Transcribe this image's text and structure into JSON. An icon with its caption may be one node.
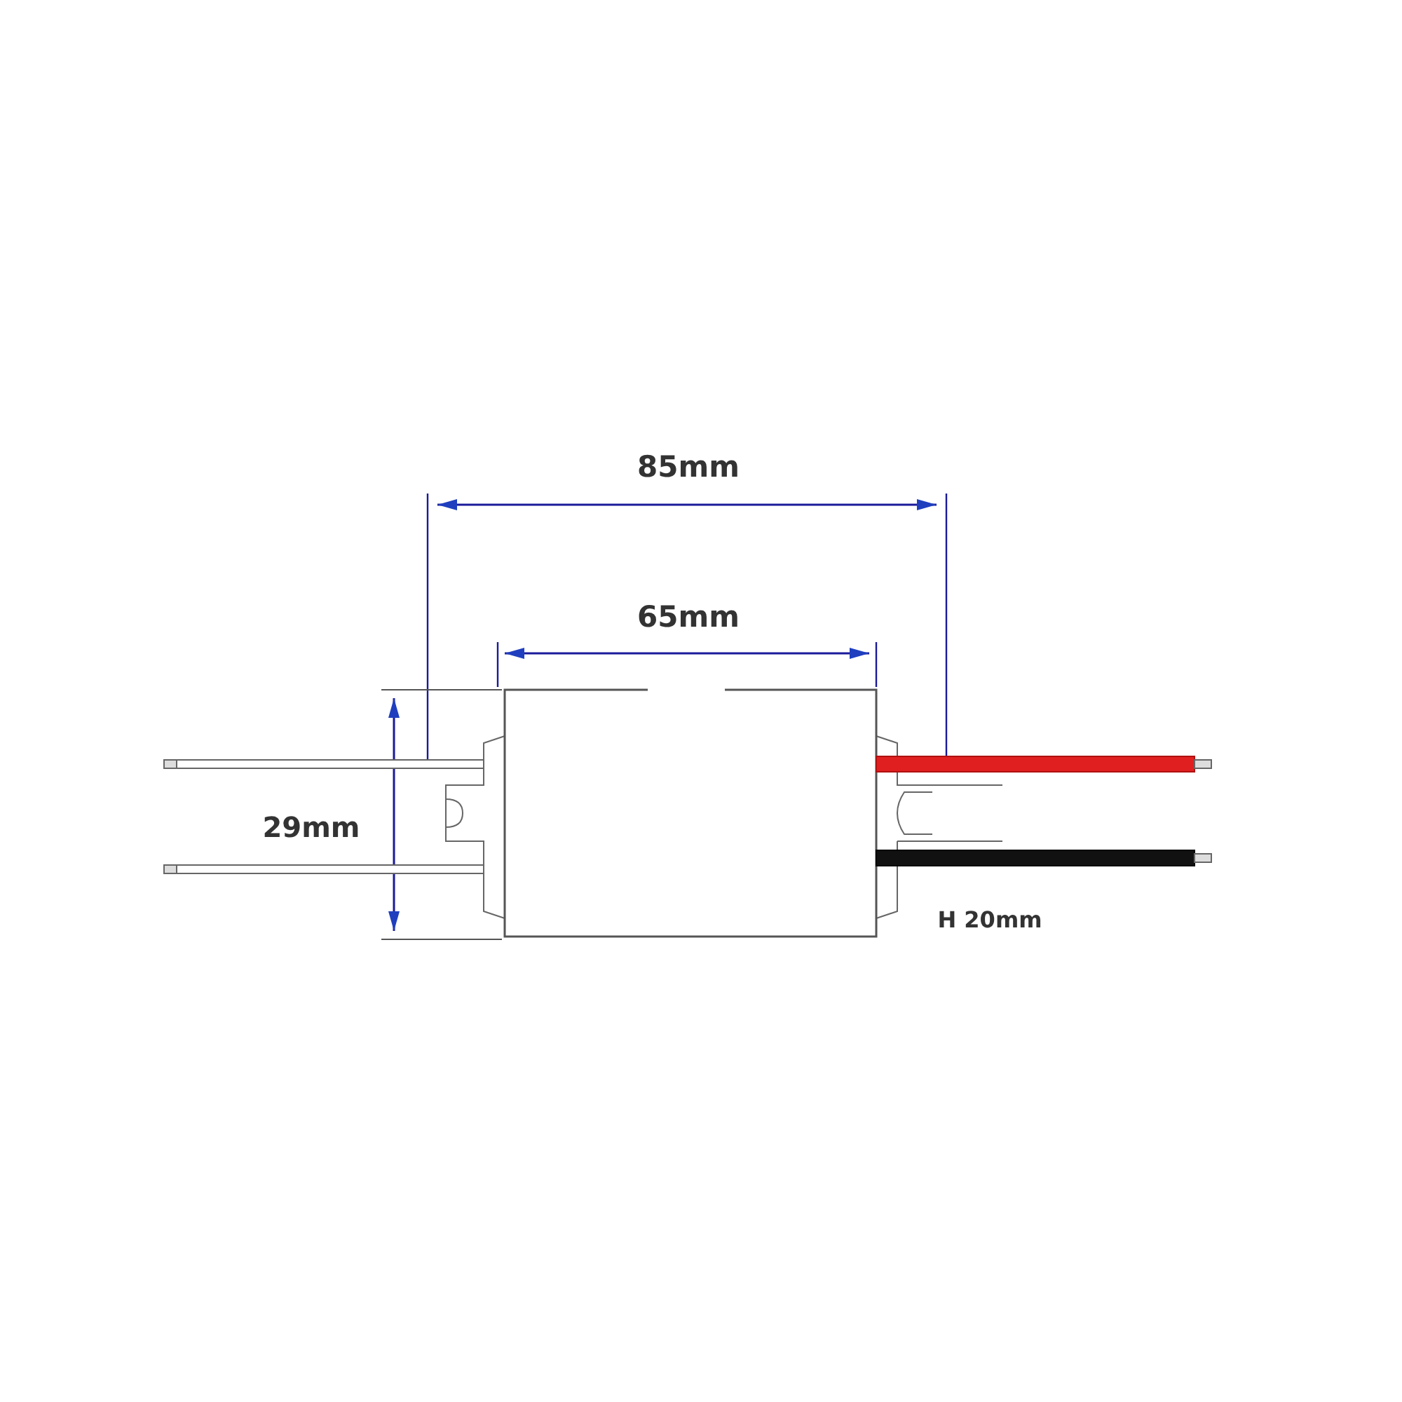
{
  "diagram": {
    "labels": [
      "85mm",
      "65mm",
      "29mm",
      "H 20mm"
    ]
  }
}
